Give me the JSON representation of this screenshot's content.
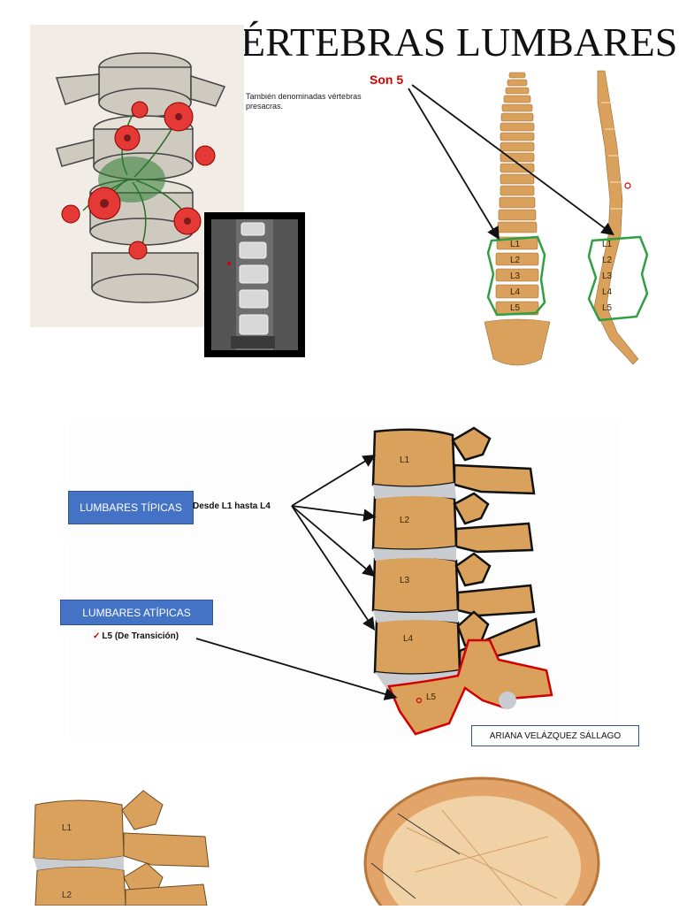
{
  "title": "ÉRTEBRAS LUMBARES",
  "subtitle": "También denominadas vértebras presacras.",
  "count_label": "Son 5",
  "spine_front_labels": [
    "L1",
    "L2",
    "L3",
    "L4",
    "L5"
  ],
  "spine_side_labels": [
    "L1",
    "L2",
    "L3",
    "L4",
    "L5"
  ],
  "vertebra_labels": [
    "L1",
    "L2",
    "L3",
    "L4",
    "L5"
  ],
  "typical": {
    "label": "LUMBARES TÍPICAS",
    "range": "Desde L1 hasta L4"
  },
  "atypical": {
    "label": "LUMBARES ATÍPICAS",
    "check": "✓",
    "item": "L5 (De Transición)"
  },
  "author": "ARIANA VELÁZQUEZ SÁLLAGO",
  "bottom_labels": [
    "L1",
    "L2"
  ],
  "colors": {
    "accent_red": "#d40000",
    "box_blue": "#4472c4",
    "bone": "#d9a15c",
    "highlight_green": "#2ea043"
  }
}
